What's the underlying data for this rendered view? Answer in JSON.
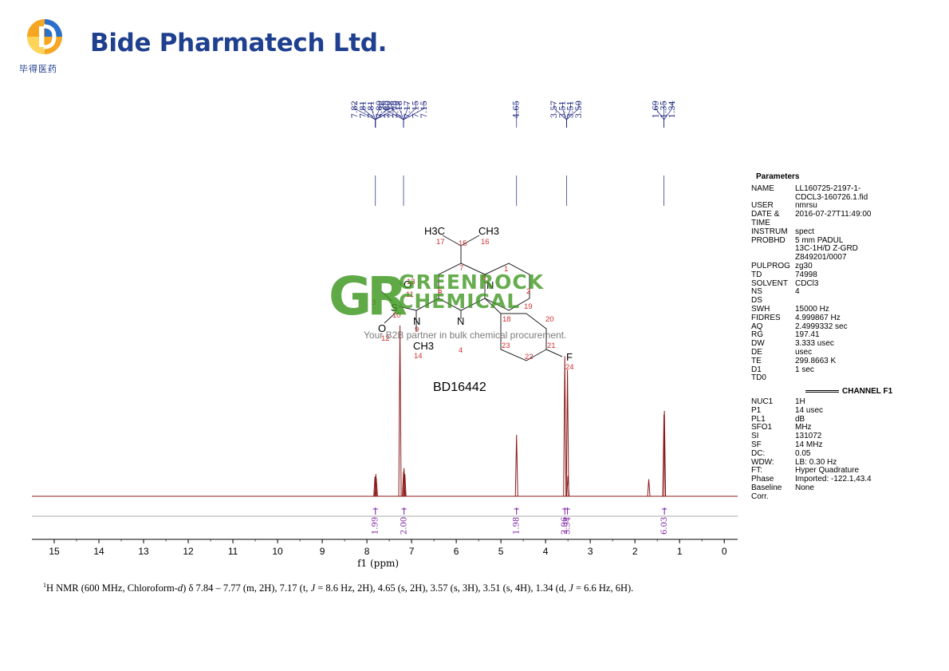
{
  "header": {
    "company_name": "Bide Pharmatech Ltd.",
    "company_name_cn": "毕得医药"
  },
  "watermark": {
    "logo_letters": "GR",
    "line1": "GREENROCK",
    "line2": "CHEMICAL",
    "tagline": "Your B2B partner in bulk chemical procurement."
  },
  "structure": {
    "compound_id": "BD16442",
    "groups": [
      "H3C",
      "CH3",
      "CH3",
      "F",
      "O",
      "O",
      "S",
      "N",
      "N",
      "N"
    ],
    "atom_numbers": [
      "1",
      "2",
      "3",
      "4",
      "5",
      "6",
      "7",
      "8",
      "9",
      "10",
      "11",
      "12",
      "13",
      "14",
      "15",
      "16",
      "17",
      "18",
      "19",
      "20",
      "21",
      "22",
      "23",
      "24"
    ]
  },
  "parameters": {
    "title": "Parameters",
    "rows": [
      {
        "key": "NAME",
        "value": "LL160725-2197-1-"
      },
      {
        "key": "",
        "value": "CDCL3-160726.1.fid"
      },
      {
        "key": "USER",
        "value": "nmrsu"
      },
      {
        "key": "DATE &",
        "value": "2016-07-27T11:49:00"
      },
      {
        "key": "TIME",
        "value": ""
      },
      {
        "key": "INSTRUM",
        "value": "spect"
      },
      {
        "key": "PROBHD",
        "value": "5 mm PADUL"
      },
      {
        "key": "",
        "value": "13C-1H/D Z-GRD"
      },
      {
        "key": "",
        "value": "Z849201/0007"
      },
      {
        "key": "PULPROG",
        "value": "zg30"
      },
      {
        "key": "TD",
        "value": "74998"
      },
      {
        "key": "SOLVENT",
        "value": "CDCl3"
      },
      {
        "key": "NS",
        "value": "4"
      },
      {
        "key": "DS",
        "value": ""
      },
      {
        "key": "SWH",
        "value": "15000 Hz"
      },
      {
        "key": "FIDRES",
        "value": "4.999867 Hz"
      },
      {
        "key": "AQ",
        "value": "2.4999332 sec"
      },
      {
        "key": "RG",
        "value": "197.41"
      },
      {
        "key": "DW",
        "value": "3.333 usec"
      },
      {
        "key": "DE",
        "value": "usec"
      },
      {
        "key": "TE",
        "value": "299.8663 K"
      },
      {
        "key": "D1",
        "value": "1 sec"
      },
      {
        "key": "TD0",
        "value": ""
      }
    ],
    "channel_title": "CHANNEL F1",
    "channel_rows": [
      {
        "key": "NUC1",
        "value": "1H"
      },
      {
        "key": "P1",
        "value": "14 usec"
      },
      {
        "key": "PL1",
        "value": "dB"
      },
      {
        "key": "SFO1",
        "value": "MHz"
      },
      {
        "key": "SI",
        "value": "131072"
      },
      {
        "key": "SF",
        "value": "14 MHz"
      },
      {
        "key": "DC:",
        "value": "0.05"
      },
      {
        "key": "WDW:",
        "value": "LB: 0.30 Hz"
      },
      {
        "key": "FT:",
        "value": "Hyper Quadrature"
      },
      {
        "key": "Phase",
        "value": "Imported: -122.1,43.4"
      },
      {
        "key": "Baseline",
        "value": "None"
      },
      {
        "key": "Corr.",
        "value": ""
      }
    ]
  },
  "chart_data": {
    "type": "line",
    "xlabel": "f1 (ppm)",
    "xlim": [
      15.5,
      -0.3
    ],
    "xticks": [
      15,
      14,
      13,
      12,
      11,
      10,
      9,
      8,
      7,
      6,
      5,
      4,
      3,
      2,
      1,
      0
    ],
    "grid": false,
    "peaks": [
      {
        "ppm": 7.82,
        "height": 0.115
      },
      {
        "ppm": 7.8,
        "height": 0.13
      },
      {
        "ppm": 7.79,
        "height": 0.105
      },
      {
        "ppm": 7.26,
        "height": 1.0
      },
      {
        "ppm": 7.18,
        "height": 0.145
      },
      {
        "ppm": 7.17,
        "height": 0.165
      },
      {
        "ppm": 7.15,
        "height": 0.13
      },
      {
        "ppm": 4.65,
        "height": 0.36
      },
      {
        "ppm": 3.57,
        "height": 0.82
      },
      {
        "ppm": 3.51,
        "height": 0.74
      },
      {
        "ppm": 3.5,
        "height": 0.12
      },
      {
        "ppm": 1.69,
        "height": 0.1
      },
      {
        "ppm": 1.35,
        "height": 0.48
      },
      {
        "ppm": 1.34,
        "height": 0.5
      }
    ],
    "peak_label_groups": [
      {
        "labels": [
          "7.82",
          "7.81",
          "7.81",
          "7.80",
          "7.80",
          "7.79"
        ],
        "ppm": 7.81
      },
      {
        "labels": [
          "7.26",
          "7.18",
          "7.18",
          "7.17",
          "7.15",
          "7.15"
        ],
        "ppm": 7.18
      },
      {
        "labels": [
          "4.65"
        ],
        "ppm": 4.65
      },
      {
        "labels": [
          "3.57",
          "3.51",
          "3.51",
          "3.50"
        ],
        "ppm": 3.53
      },
      {
        "labels": [
          "1.69",
          "1.35",
          "1.34"
        ],
        "ppm": 1.35
      }
    ],
    "integrals": [
      {
        "ppm": 7.81,
        "value": "1.99"
      },
      {
        "ppm": 7.17,
        "value": "2.00"
      },
      {
        "ppm": 4.65,
        "value": "1.98"
      },
      {
        "ppm": 3.57,
        "value": "2.96"
      },
      {
        "ppm": 3.51,
        "value": "3.94"
      },
      {
        "ppm": 1.34,
        "value": "6.03"
      }
    ],
    "colors": {
      "spectrum": "#8b1a1a",
      "peak_labels": "#1a237e",
      "integrals": "#7b1fa2"
    }
  },
  "caption": {
    "nucleus": "1",
    "text_a": "H NMR (600 MHz, Chloroform-",
    "text_d": "d",
    "text_b": ") δ 7.84 – 7.77 (m, 2H), 7.17 (t, ",
    "text_j1": "J",
    "text_c": " = 8.6 Hz, 2H), 4.65 (s, 2H), 3.57 (s, 3H), 3.51 (s, 4H), 1.34 (d, ",
    "text_j2": "J",
    "text_e": " = 6.6 Hz, 6H)."
  }
}
